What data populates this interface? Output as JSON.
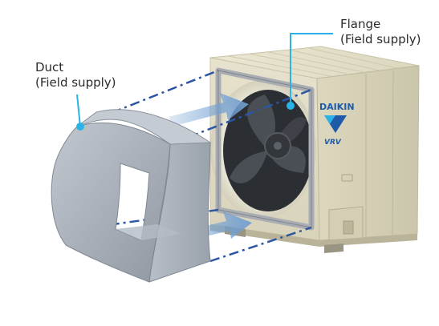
{
  "labels": {
    "flange": {
      "line1": "Flange",
      "line2": "(Field supply)"
    },
    "duct": {
      "line1": "Duct",
      "line2": "(Field supply)"
    }
  },
  "brand": {
    "name": "DAIKIN",
    "model": "VRV"
  },
  "colors": {
    "callout": "#2ab4e6",
    "arrow": "#7aa6d6",
    "dash_line": "#2b56a3",
    "unit_body": "#e4e0cb",
    "unit_shade": "#cfcab1",
    "flange": "#a9adb3",
    "duct": "#a3aab3",
    "brand": "#1e5aa8"
  },
  "icons": [
    "daikin-logo-icon",
    "fan-icon",
    "airflow-arrow-icon"
  ]
}
